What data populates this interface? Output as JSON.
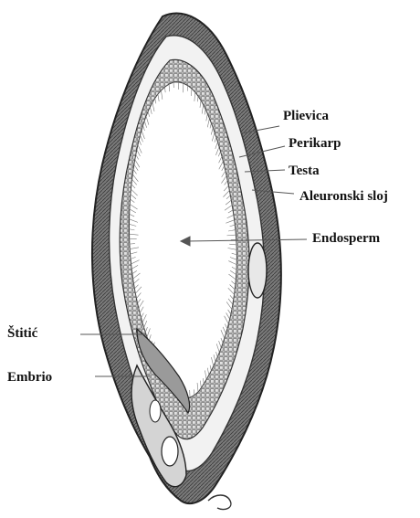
{
  "labels": {
    "plievica": "Plievica",
    "perikarp": "Perikarp",
    "testa": "Testa",
    "aleuronski_sloj": "Aleuronski sloj",
    "endosperm": "Endosperm",
    "stitic": "Štitić",
    "embrio": "Embrio"
  },
  "colors": {
    "ink": "#222222",
    "husk_fill": "#8a8a8a",
    "aleurone_fill": "#bdbdbd",
    "endosperm_fill": "#ffffff",
    "background": "#ffffff"
  }
}
